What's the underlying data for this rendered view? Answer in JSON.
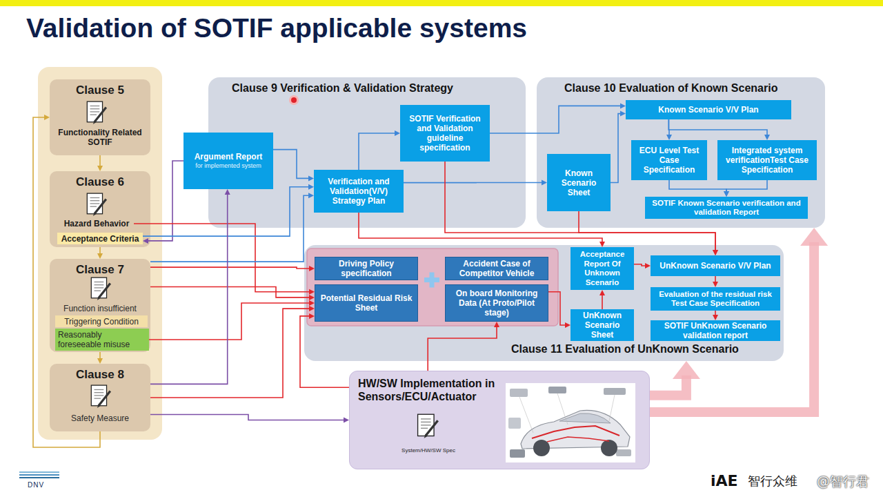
{
  "diagram": {
    "title": "Validation of SOTIF applicable systems",
    "nodes": [
      {
        "text": [
          "Clause 5",
          "Functionality Related SOTIF"
        ]
      },
      {
        "text": [
          "Clause 6"
        ]
      },
      {
        "text": [
          "Hazard Behavior"
        ],
        "in": 1
      },
      {
        "text": [
          "Acceptance Criteria"
        ],
        "in": 1
      },
      {
        "text": [
          "Clause 7",
          "Function insufficient"
        ]
      },
      {
        "text": [
          "Triggering Condition"
        ],
        "in": 4
      },
      {
        "text": [
          "Reasonably foreseeable misuse"
        ],
        "in": 4
      },
      {
        "text": [
          "Clause 8",
          "Safety Measure"
        ]
      },
      {
        "text": [
          "Clause 9 Verification & Validation Strategy"
        ]
      },
      {
        "text": [
          "Argument Report",
          "for implemented system"
        ],
        "in": 8
      },
      {
        "text": [
          "Verification and Validation(V/V) Strategy Plan"
        ],
        "in": 8
      },
      {
        "text": [
          "SOTIF Verification and Validation guideline specification"
        ],
        "in": 8
      },
      {
        "text": [
          "Clause 10 Evaluation of Known Scenario"
        ]
      },
      {
        "text": [
          "Known Scenario V/V Plan"
        ],
        "in": 12
      },
      {
        "text": [
          "ECU Level Test Case Specification"
        ],
        "in": 12
      },
      {
        "text": [
          "Integrated system verificationTest Case Specification"
        ],
        "in": 12
      },
      {
        "text": [
          "Known Scenario Sheet"
        ],
        "in": 12
      },
      {
        "text": [
          "SOTIF Known Scenario verification and validation Report"
        ],
        "in": 12
      },
      {
        "text": [
          "Clause 11 Evaluation of UnKnown Scenario"
        ]
      },
      {
        "text": [
          "Driving Policy specification"
        ],
        "in": 18
      },
      {
        "text": [
          "Potential Residual Risk Sheet"
        ],
        "in": 18
      },
      {
        "text": [
          "Accident Case of Competitor Vehicle"
        ],
        "in": 18
      },
      {
        "text": [
          "On board Monitoring Data (At Proto/Pilot stage)"
        ],
        "in": 18
      },
      {
        "text": [
          "Acceptance Report Of Unknown Scenario"
        ],
        "in": 18
      },
      {
        "text": [
          "UnKnown Scenario Sheet"
        ],
        "in": 18
      },
      {
        "text": [
          "UnKnown Scenario V/V Plan"
        ],
        "in": 18
      },
      {
        "text": [
          "Evaluation of the residual risk Test Case Specification"
        ],
        "in": 18
      },
      {
        "text": [
          "SOTIF UnKnown Scenario validation report"
        ],
        "in": 18
      },
      {
        "text": [
          "HW/SW Implementation in Sensors/ECU/Actuator",
          "System/HW/SW Spec"
        ]
      }
    ],
    "edges": [
      {
        "from": 0,
        "to": 1,
        "arrow": "to"
      },
      {
        "from": 1,
        "to": 4,
        "arrow": "to"
      },
      {
        "from": 4,
        "to": 7,
        "arrow": "to"
      },
      {
        "from": 7,
        "to": 0,
        "arrow": "to"
      },
      {
        "from": 9,
        "to": 3,
        "arrow": "to"
      },
      {
        "from": 2,
        "to": 20,
        "arrow": "to"
      },
      {
        "from": 3,
        "to": 10,
        "arrow": "to"
      },
      {
        "from": 4,
        "to": 10,
        "arrow": "to"
      },
      {
        "from": 9,
        "to": 10,
        "arrow": "to"
      },
      {
        "from": 4,
        "to": 19,
        "arrow": "to"
      },
      {
        "from": 4,
        "to": 20,
        "arrow": "to"
      },
      {
        "from": 6,
        "to": 20,
        "arrow": "to"
      },
      {
        "from": 7,
        "to": 20,
        "arrow": "to"
      },
      {
        "from": 28,
        "to": 20,
        "arrow": "to"
      },
      {
        "from": 28,
        "to": 22,
        "arrow": "to"
      },
      {
        "from": 7,
        "to": 28,
        "arrow": "to"
      },
      {
        "from": 7,
        "to": 9,
        "arrow": "to"
      },
      {
        "from": 10,
        "to": 11,
        "arrow": "to"
      },
      {
        "from": 10,
        "to": 16,
        "arrow": "to"
      },
      {
        "from": 11,
        "to": 13,
        "arrow": "to"
      },
      {
        "from": 16,
        "to": 13,
        "arrow": "to"
      },
      {
        "from": 13,
        "to": 14,
        "arrow": "to"
      },
      {
        "from": 13,
        "to": 15,
        "arrow": "to"
      },
      {
        "from": 14,
        "to": 17,
        "arrow": "to"
      },
      {
        "from": 15,
        "to": 17,
        "arrow": "to"
      },
      {
        "from": 10,
        "to": 23,
        "arrow": "to"
      },
      {
        "from": 11,
        "to": 25,
        "arrow": "to"
      },
      {
        "from": 16,
        "to": 25,
        "arrow": "to"
      },
      {
        "from": 22,
        "to": 24,
        "arrow": "to"
      },
      {
        "from": 24,
        "to": 23,
        "arrow": "to"
      },
      {
        "from": 23,
        "to": 25,
        "arrow": "to"
      },
      {
        "from": 25,
        "to": 26,
        "arrow": "to"
      },
      {
        "from": 26,
        "to": 27,
        "arrow": "to"
      },
      {
        "from": 28,
        "to": 18,
        "arrow": "to"
      },
      {
        "from": 28,
        "to": 12,
        "arrow": "to"
      }
    ],
    "labels": [
      "DNV",
      "iAE",
      "智行众维",
      "@智行君"
    ]
  }
}
